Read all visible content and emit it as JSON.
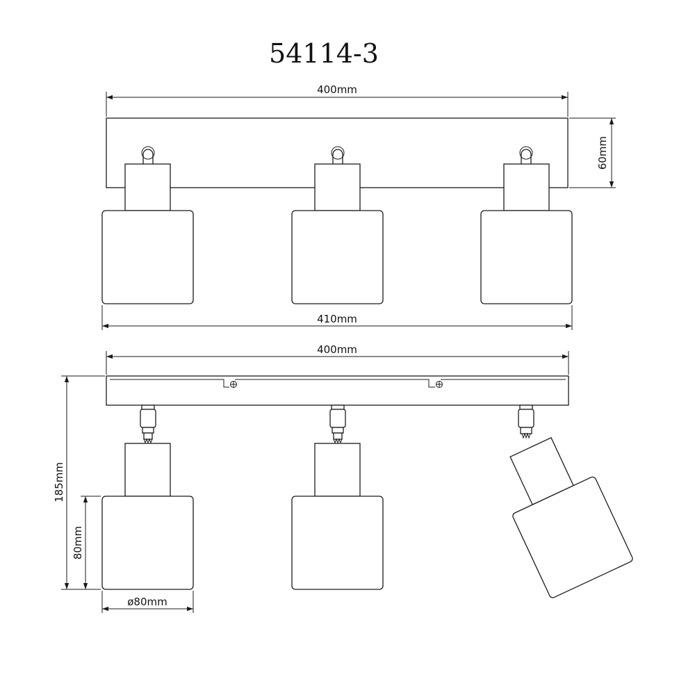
{
  "title": "54114-3",
  "dimensions": {
    "top_width": "400mm",
    "top_height": "60mm",
    "top_span": "410mm",
    "front_width": "400mm",
    "total_height": "185mm",
    "shade_height": "80mm",
    "shade_diameter": "ø80mm"
  }
}
